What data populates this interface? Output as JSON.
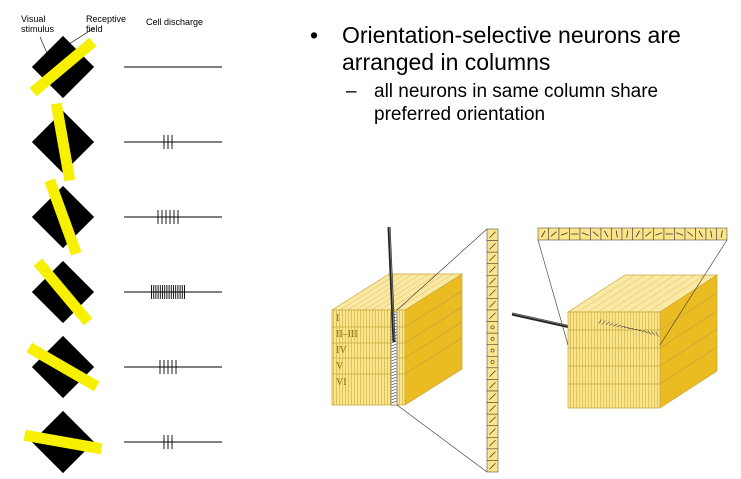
{
  "left_panel": {
    "labels": {
      "visual_stimulus": "Visual\nstimulus",
      "receptive_field": "Receptive\nfield",
      "cell_discharge": "Cell discharge"
    },
    "trials": [
      {
        "bar_angle_deg": -40,
        "spikes": 0
      },
      {
        "bar_angle_deg": 80,
        "spikes": 3
      },
      {
        "bar_angle_deg": 70,
        "spikes": 6
      },
      {
        "bar_angle_deg": 50,
        "spikes": 16
      },
      {
        "bar_angle_deg": 30,
        "spikes": 5
      },
      {
        "bar_angle_deg": 10,
        "spikes": 3
      }
    ],
    "colors": {
      "stimulus": "#000000",
      "bar": "#f7f000"
    }
  },
  "text": {
    "bullet_symbol": "•",
    "sub_bullet_symbol": "–",
    "bullet": "Orientation-selective neurons are arranged in columns",
    "sub_bullet": "all neurons in same column share preferred orientation"
  },
  "diagram": {
    "layers": [
      "I",
      "II–III",
      "IV",
      "V",
      "VI"
    ],
    "colors": {
      "top": "#fbe9a3",
      "front": "#fbe48a",
      "side": "#ebbb22",
      "line": "#b89a2e",
      "text": "#8a6d00"
    }
  }
}
